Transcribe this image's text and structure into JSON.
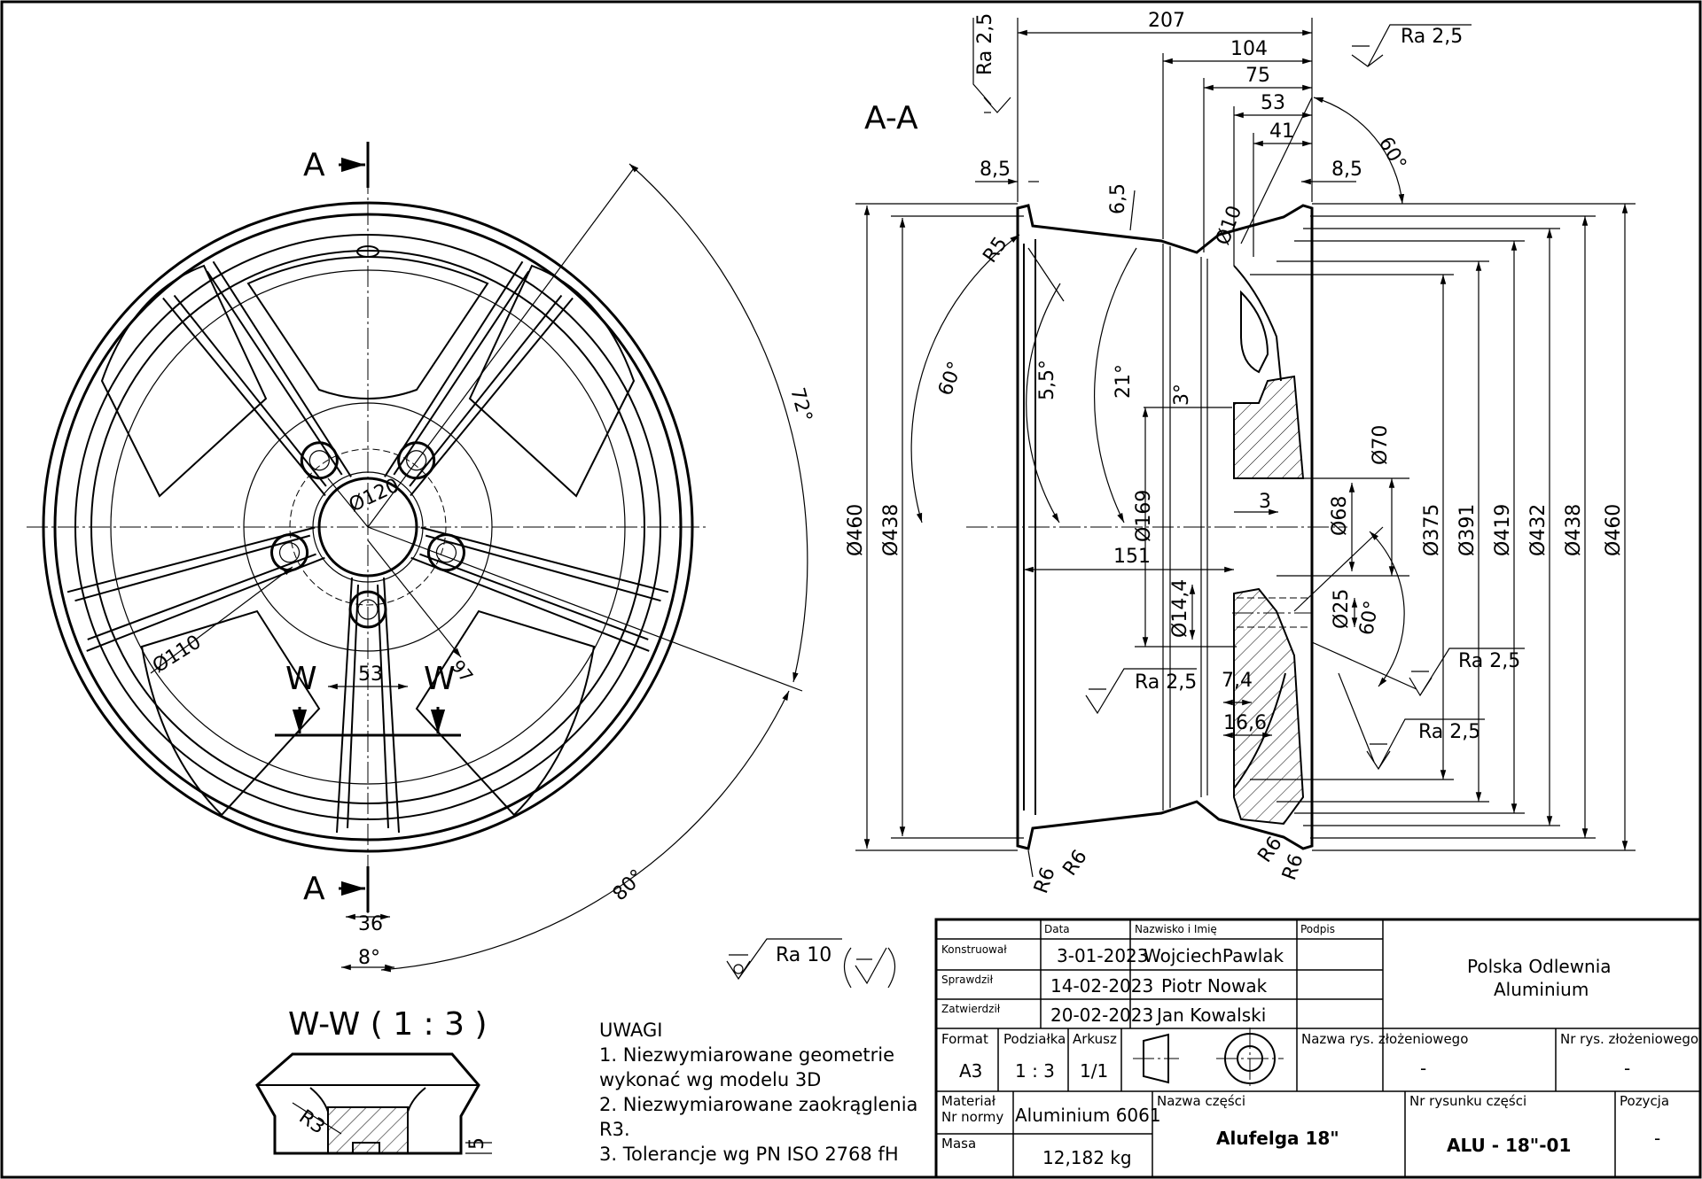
{
  "front_view": {
    "section_mark": "A",
    "dims": {
      "bolt_circle": "Ø120",
      "hole": "Ø110",
      "w_gap": "53",
      "r97": "97",
      "width36": "36",
      "angle8": "8°",
      "angle72": "72°",
      "angle80": "80°",
      "cut_mark": "W"
    }
  },
  "section_view": {
    "title": "A-A",
    "dims": {
      "d207": "207",
      "d104": "104",
      "d75": "75",
      "d53": "53",
      "d41": "41",
      "d85l": "8,5",
      "d85r": "8,5",
      "d65": "6,5",
      "r5": "R5",
      "d10": "Ø10",
      "a60top": "60°",
      "a60left": "60°",
      "a55": "5,5°",
      "a21": "21°",
      "a3deg": "3°",
      "d460l": "Ø460",
      "d438l": "Ø438",
      "d169": "Ø169",
      "d151": "151",
      "d3": "3",
      "d70": "Ø70",
      "d68": "Ø68",
      "d25": "Ø25",
      "d144": "Ø14,4",
      "a60r": "60°",
      "d74": "7,4",
      "d166": "16,6",
      "d375": "Ø375",
      "d391": "Ø391",
      "d419": "Ø419",
      "d432": "Ø432",
      "d438r": "Ø438",
      "d460r": "Ø460",
      "r6a": "R6",
      "r6b": "R6",
      "r6c": "R6",
      "r6d": "R6",
      "ra_top_left": "Ra 2,5",
      "ra_top_right": "Ra 2,5",
      "ra_mid_right": "Ra 2,5",
      "ra_low_right": "Ra 2,5",
      "ra_left": "Ra 2,5"
    }
  },
  "detail_view": {
    "title": "W-W ( 1 : 3 )",
    "r3": "R3",
    "d5": "5"
  },
  "surface": {
    "general": "Ra 10"
  },
  "notes": {
    "title": "UWAGI",
    "lines": [
      "1. Niezwymiarowane geometrie",
      "wykonać wg modelu 3D",
      "2. Niezwymiarowane zaokrąglenia",
      "R3.",
      "3. Tolerancje wg PN ISO 2768 fH"
    ]
  },
  "title_block": {
    "headers": {
      "date": "Data",
      "name": "Nazwisko i Imię",
      "sign": "Podpis"
    },
    "rows": [
      {
        "role": "Konstruował",
        "date": "3-01-2023",
        "name": "WojciechPawlak"
      },
      {
        "role": "Sprawdził",
        "date": "14-02-2023",
        "name": "Piotr Nowak"
      },
      {
        "role": "Zatwierdził",
        "date": "20-02-2023",
        "name": "Jan Kowalski"
      }
    ],
    "company_line1": "Polska Odlewnia",
    "company_line2": "Aluminium",
    "format_label": "Format",
    "format": "A3",
    "scale_label": "Podziałka",
    "scale": "1 : 3",
    "sheet_label": "Arkusz",
    "sheet": "1/1",
    "assembly_name_label": "Nazwa rys. złożeniowego",
    "assembly_name": "-",
    "assembly_no_label": "Nr rys. złożeniowego",
    "assembly_no": "-",
    "material_label": "Materiał",
    "norm_label": "Nr normy",
    "material": "Aluminium 6061",
    "mass_label": "Masa",
    "mass": "12,182 kg",
    "part_name_label": "Nazwa części",
    "part_name": "Alufelga 18\"",
    "part_no_label": "Nr rysunku części",
    "part_no": "ALU - 18\"-01",
    "position_label": "Pozycja",
    "position": "-"
  }
}
